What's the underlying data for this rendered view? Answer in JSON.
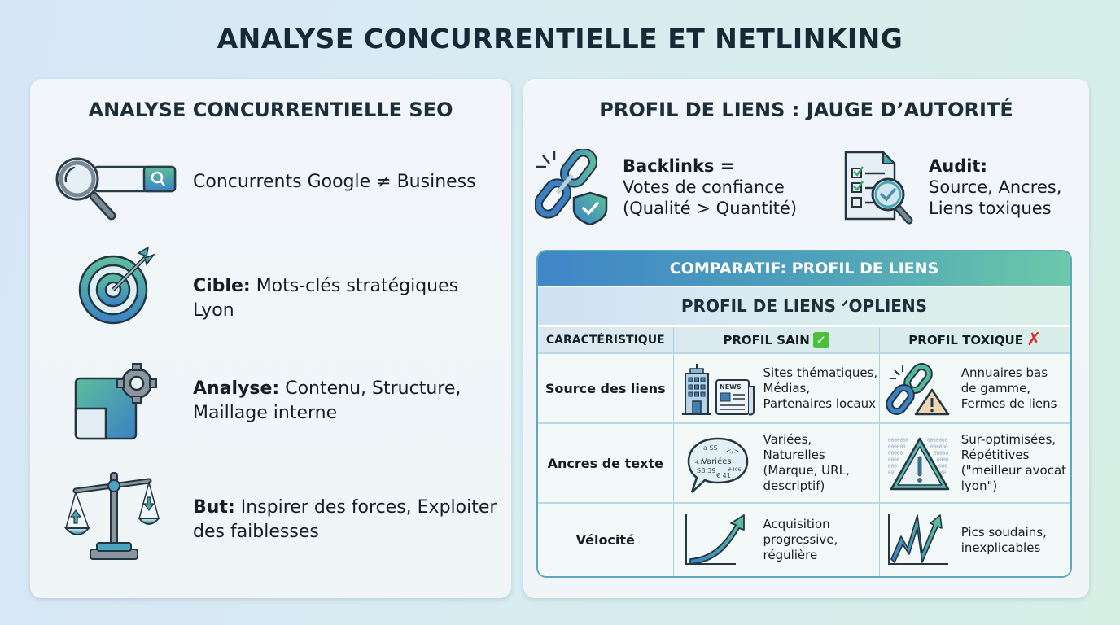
{
  "title": "ANALYSE CONCURRENTIELLE ET NETLINKING",
  "left_panel": {
    "title": "ANALYSE CONCURRENTIELLE SEO",
    "items": [
      {
        "icon": "search-bar-magnifier-icon",
        "bold": "",
        "text": "Concurrents Google ≠ Business"
      },
      {
        "icon": "target-arrow-icon",
        "bold": "Cible:",
        "text": " Mots-clés stratégiques Lyon"
      },
      {
        "icon": "puzzle-gear-icon",
        "bold": "Analyse:",
        "text": " Contenu, Structure, Maillage interne"
      },
      {
        "icon": "balance-scale-icon",
        "bold": "But:",
        "text": " Inspirer des forces, Exploiter des faiblesses"
      }
    ]
  },
  "right_panel": {
    "title": "PROFIL DE LIENS : JAUGE D’AUTORITÉ",
    "features": [
      {
        "icon": "chain-link-shield-icon",
        "bold": "Backlinks =",
        "lines": [
          "Votes de confiance",
          "(Qualité > Quantité)"
        ]
      },
      {
        "icon": "audit-checklist-icon",
        "bold": "Audit:",
        "lines": [
          "Source, Ancres,",
          "Liens toxiques"
        ]
      }
    ],
    "table": {
      "header": "COMPARATIF: PROFIL DE LIENS",
      "subheader": "PROFIL DE LIENS ᐟOPLIENS",
      "columns": [
        "CARACTÉRISTIQUE",
        "PROFIL SAIN",
        "PROFIL TOXIQUE"
      ],
      "column_marks": {
        "sain": "✓",
        "toxique": "✗"
      },
      "colors": {
        "sain": "#4cbf3e",
        "toxique": "#e02828",
        "header_start": "#3f86c8",
        "header_end": "#6cc9a9"
      },
      "rows": [
        {
          "label": "Source des liens",
          "sain_icon": "building-newspaper-icon",
          "sain_lines": [
            "Sites thématiques,",
            "Médias,",
            "Partenaires locaux"
          ],
          "toxique_icon": "broken-link-warning-icon",
          "toxique_lines": [
            "Annuaires bas",
            "de gamme,",
            "Fermes de liens"
          ]
        },
        {
          "label": "Ancres de texte",
          "sain_icon": "speech-bubble-varied-icon",
          "sain_bubble_text": "Variées",
          "sain_lines": [
            "Variées,",
            "Naturelles",
            "(Marque, URL,",
            "descriptif)"
          ],
          "toxique_icon": "warning-triangle-text-icon",
          "toxique_lines": [
            "Sur-optimisées,",
            "Répétitives",
            "(\"meilleur avocat",
            "lyon\")"
          ]
        },
        {
          "label": "Vélocité",
          "sain_icon": "smooth-growth-chart-icon",
          "sain_lines": [
            "Acquisition",
            "progressive,",
            "régulière"
          ],
          "toxique_icon": "spiky-chart-icon",
          "toxique_lines": [
            "Pics soudains,",
            "inexplicables"
          ]
        }
      ]
    }
  }
}
